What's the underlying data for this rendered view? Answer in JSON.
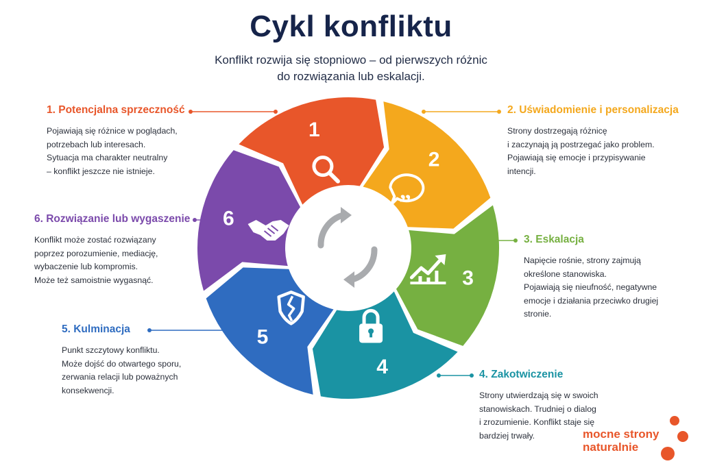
{
  "title": "Cykl konfliktu",
  "subtitle": [
    "Konflikt rozwija się stopniowo – od pierwszych różnic",
    "do rozwiązania lub eskalacji."
  ],
  "steps": [
    {
      "num": "1",
      "color": "#e8562a",
      "icon": "magnifier-icon",
      "title": "1. Potencjalna sprzeczność",
      "lines": [
        "Pojawiają się różnice w poglądach,",
        "potrzebach lub interesach.",
        "Sytuacja ma charakter neutralny",
        "– konflikt jeszcze nie istnieje."
      ]
    },
    {
      "num": "2",
      "color": "#f4a81d",
      "icon": "speech-bubble-icon",
      "title": "2. Uświadomienie i personalizacja",
      "lines": [
        "Strony dostrzegają różnicę",
        "i zaczynają ją postrzegać jako problem.",
        "Pojawiają się emocje i przypisywanie",
        "intencji."
      ]
    },
    {
      "num": "3",
      "color": "#76b041",
      "icon": "rising-chart-icon",
      "title": "3. Eskalacja",
      "lines": [
        "Napięcie rośnie, strony zajmują",
        "określone stanowiska.",
        "Pojawiają się nieufność, negatywne",
        "emocje i działania przeciwko drugiej",
        "stronie."
      ]
    },
    {
      "num": "4",
      "color": "#1a93a3",
      "icon": "padlock-icon",
      "title": "4. Zakotwiczenie",
      "lines": [
        "Strony utwierdzają się w swoich",
        "stanowiskach. Trudniej o dialog",
        "i zrozumienie. Konflikt staje się",
        "bardziej trwały."
      ]
    },
    {
      "num": "5",
      "color": "#2f6cc0",
      "icon": "cracked-shield-icon",
      "title": "5. Kulminacja",
      "lines": [
        "Punkt szczytowy konfliktu.",
        "Może dojść do otwartego sporu,",
        "zerwania relacji lub poważnych",
        "konsekwencji."
      ]
    },
    {
      "num": "6",
      "color": "#7b4aab",
      "icon": "handshake-icon",
      "title": "6. Rozwiązanie lub wygaszenie",
      "lines": [
        "Konflikt może zostać rozwiązany",
        "poprzez porozumienie, mediację,",
        "wybaczenie lub kompromis.",
        "Może też samoistnie wygasnąć."
      ]
    }
  ],
  "center_icon": "cycle-arrows-icon",
  "brand": [
    "mocne strony",
    "naturalnie"
  ],
  "colors": {
    "title": "#16244a",
    "center_arrows": "#a9abae",
    "brand": "#e8562a"
  }
}
